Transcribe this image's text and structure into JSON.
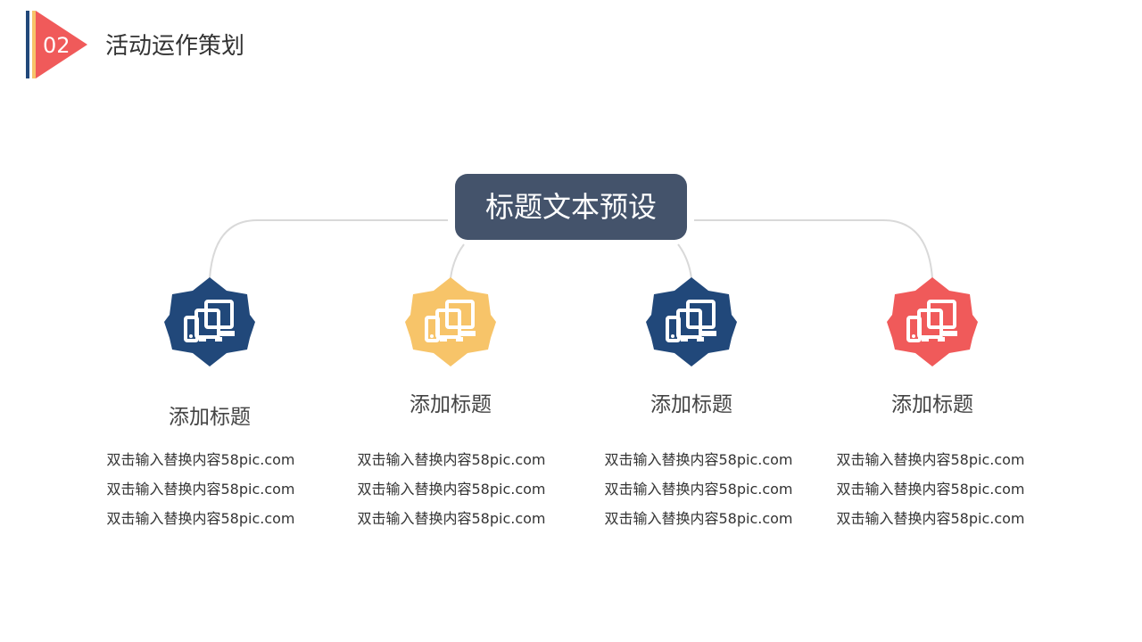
{
  "header": {
    "number": "02",
    "title": "活动运作策划",
    "colors": {
      "bar_navy": "#21487a",
      "bar_yellow": "#f7c469",
      "triangle": "#f05a5a"
    }
  },
  "center": {
    "title": "标题文本预设",
    "color": "#44536b"
  },
  "items": [
    {
      "title": "添加标题",
      "icon": "devices-icon",
      "color": "#21487a",
      "lines": [
        "双击输入替换内容58pic.com",
        "双击输入替换内容58pic.com",
        "双击输入替换内容58pic.com"
      ]
    },
    {
      "title": "添加标题",
      "icon": "devices-icon",
      "color": "#f7c469",
      "lines": [
        "双击输入替换内容58pic.com",
        "双击输入替换内容58pic.com",
        "双击输入替换内容58pic.com"
      ]
    },
    {
      "title": "添加标题",
      "icon": "devices-icon",
      "color": "#21487a",
      "lines": [
        "双击输入替换内容58pic.com",
        "双击输入替换内容58pic.com",
        "双击输入替换内容58pic.com"
      ]
    },
    {
      "title": "添加标题",
      "icon": "devices-icon",
      "color": "#f05a5a",
      "lines": [
        "双击输入替换内容58pic.com",
        "双击输入替换内容58pic.com",
        "双击输入替换内容58pic.com"
      ]
    }
  ]
}
